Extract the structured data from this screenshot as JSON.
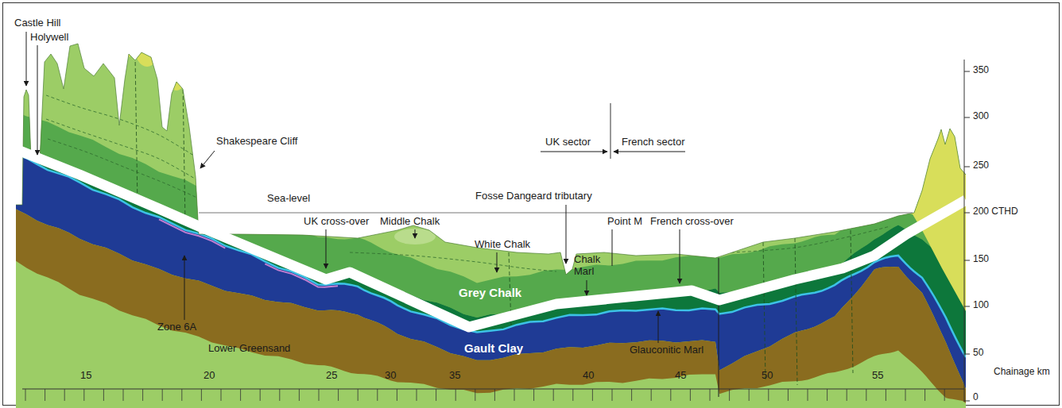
{
  "diagram": {
    "labels": [
      "Castle Hill",
      "Holywell",
      "Shakespeare Cliff",
      "Sea-level",
      "UK sector",
      "French sector",
      "Fosse Dangeard tributary",
      "UK cross-over",
      "Middle Chalk",
      "White Chalk",
      "Point M",
      "French cross-over",
      "Chalk Marl",
      "Grey Chalk",
      "Zone 6A",
      "Lower Greensand",
      "Gault Clay",
      "Glauconitic Marl",
      "15",
      "20",
      "25",
      "30",
      "35",
      "40",
      "45",
      "50",
      "55",
      "Chainage km",
      "350",
      "300",
      "250",
      "200 CTHD",
      "150",
      "100",
      "50",
      "0"
    ]
  }
}
